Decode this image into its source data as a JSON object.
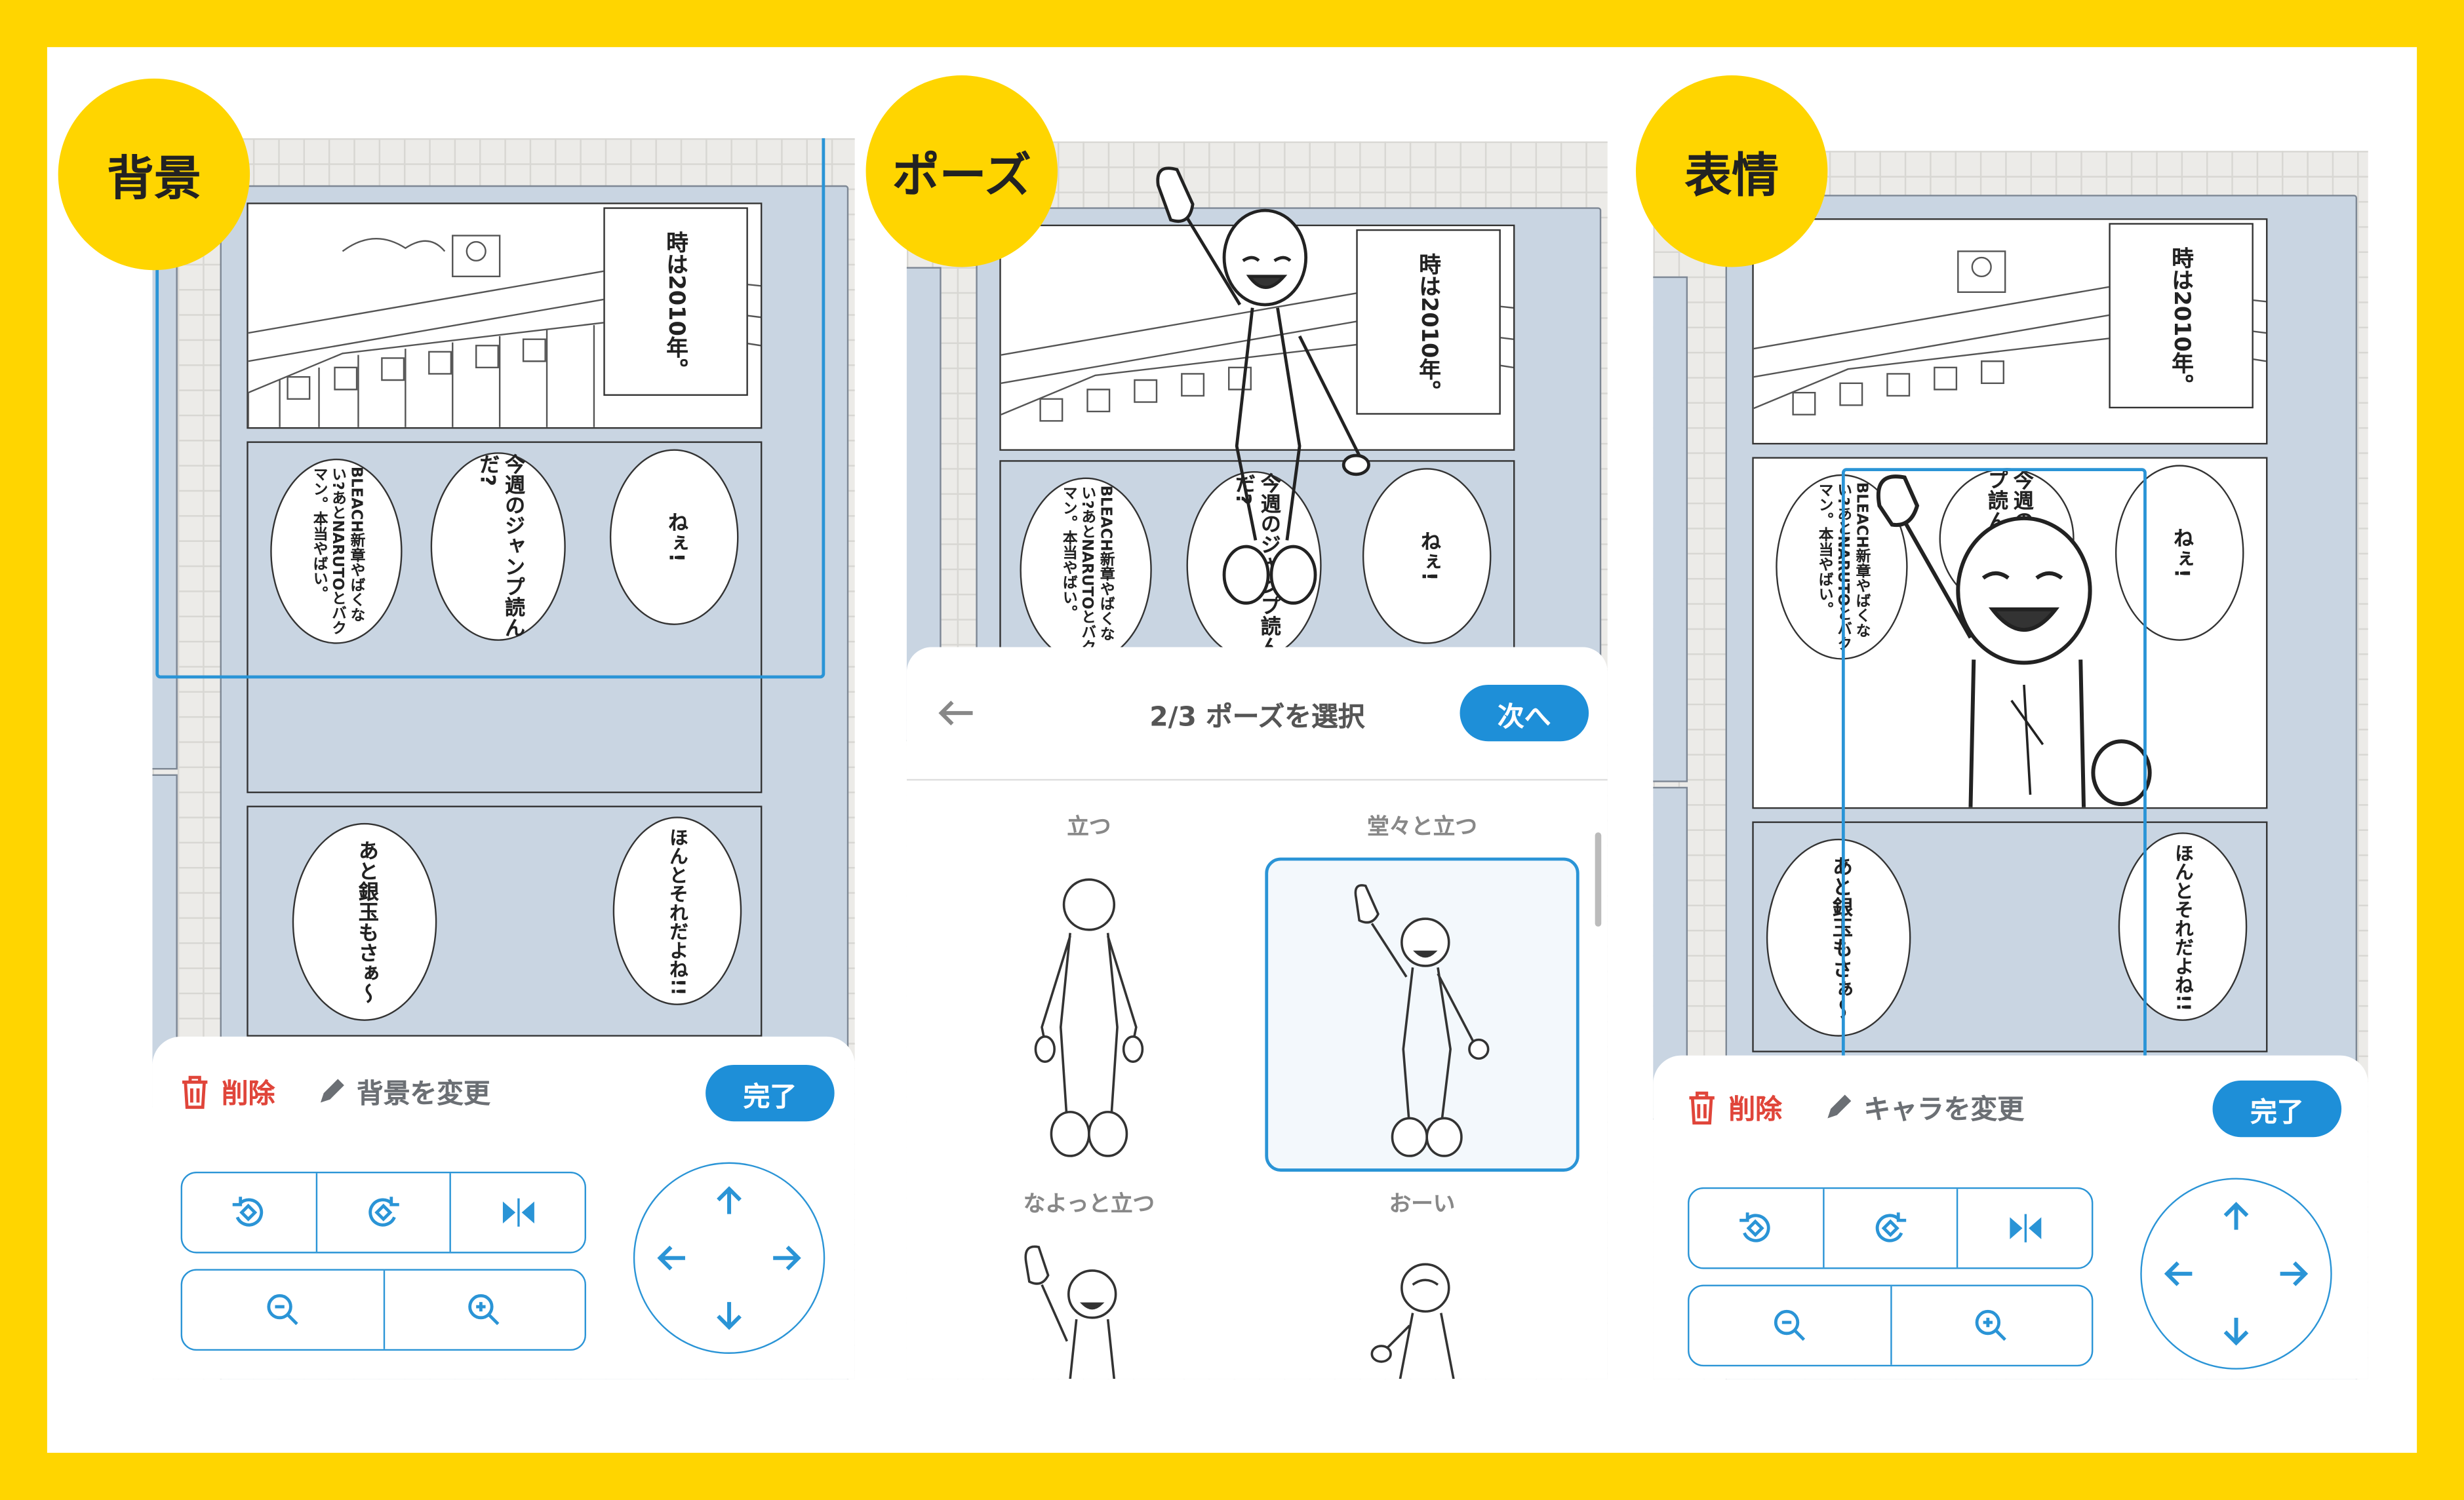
{
  "colors": {
    "accent": "#1e8fd8",
    "badge": "#FFD500",
    "delete": "#e0453a",
    "page": "#c9d5e2"
  },
  "badges": {
    "background": "背景",
    "pose": "ポーズ",
    "expression": "表情"
  },
  "manga": {
    "narration": "時は2010年。",
    "bubble_nee": "ねぇ!",
    "bubble_jump": "今週のジャンプ読んだ?",
    "bubble_bleach": "BLEACH新章やばくない?あとNARUTOとバクマン。本当やばい。",
    "bubble_honto": "ほんとそれだよね!!",
    "bubble_gintama": "あと銀玉もさぁ〜"
  },
  "screen1": {
    "delete_label": "削除",
    "change_label": "背景を変更",
    "done_label": "完了",
    "icons": [
      "rotate-left-icon",
      "rotate-right-icon",
      "flip-horizontal-icon",
      "zoom-out-icon",
      "zoom-in-icon"
    ]
  },
  "screen2": {
    "header_title": "2/3 ポーズを選択",
    "next_label": "次へ",
    "poses": [
      {
        "label": "立つ",
        "selected": false
      },
      {
        "label": "堂々と立つ",
        "selected": true
      },
      {
        "label": "なよっと立つ",
        "selected": false
      },
      {
        "label": "おーい",
        "selected": false
      }
    ]
  },
  "screen3": {
    "delete_label": "削除",
    "change_label": "キャラを変更",
    "done_label": "完了"
  }
}
